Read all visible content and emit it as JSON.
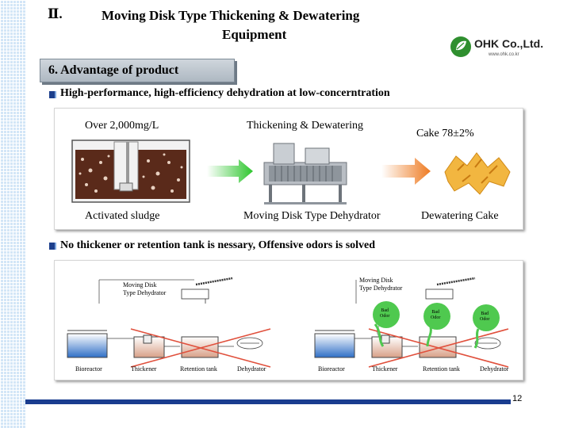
{
  "slide": {
    "roman_numeral": "Ⅱ.",
    "title_line1": "Moving Disk Type Thickening & Dewatering",
    "title_line2": "Equipment",
    "logo_text": "OHK Co.,Ltd.",
    "logo_url": "www.ohk.co.kr",
    "page_number": "12"
  },
  "section": {
    "heading": "6.  Advantage of product"
  },
  "point1": {
    "text": "High-performance, high-efficiency dehydration at low-concerntration",
    "label_top_left": "Over 2,000mg/L",
    "label_top_middle": "Thickening & Dewatering",
    "label_top_right": "Cake 78±2%",
    "label_bottom_left": "Activated sludge",
    "label_bottom_middle": "Moving Disk Type Dehydrator",
    "label_bottom_right": "Dewatering Cake"
  },
  "point2": {
    "text": "No thickener or retention tank is nessary, Offensive odors is solved",
    "left_diagram": {
      "dehydrator_label": "Moving Disk\nType Dehydrator",
      "stages": [
        "Bioreactor",
        "Thickener",
        "Retention tank",
        "Dehydrator"
      ]
    },
    "right_diagram": {
      "dehydrator_label": "Moving Disk\nType Dehydrator",
      "odor_label": "Bad\nOdor",
      "stages": [
        "Bioreactor",
        "Thickener",
        "Retention tank",
        "Dehydrator"
      ]
    }
  },
  "colors": {
    "accent_blue": "#1a3d8f",
    "arrow_green": "#33cc33",
    "arrow_orange": "#f08a2c",
    "cross_red": "#e0503c"
  }
}
